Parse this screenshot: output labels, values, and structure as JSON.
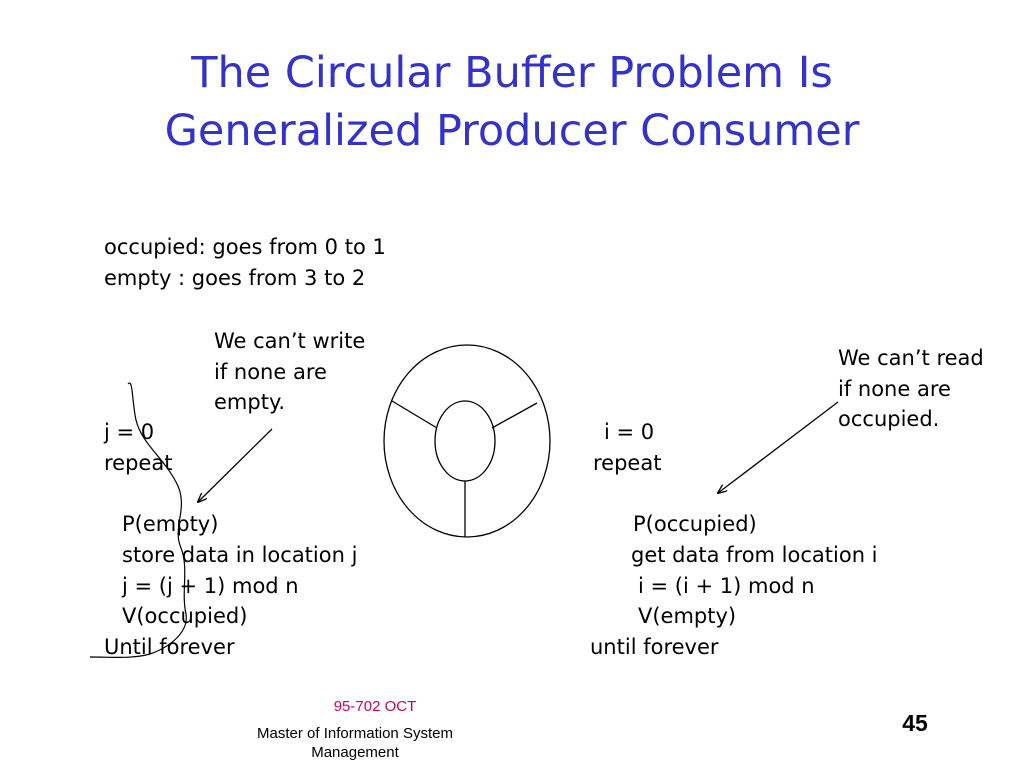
{
  "slide": {
    "title_line1": "The Circular Buffer Problem Is",
    "title_line2": "Generalized Producer Consumer",
    "state_lines": [
      "occupied: goes from 0 to 1",
      "empty : goes from 3 to 2"
    ],
    "producer_note": [
      "We can’t write",
      "if none are",
      "empty."
    ],
    "consumer_note": [
      "We can’t read",
      "if none are",
      "occupied."
    ],
    "producer_code": {
      "init": "j = 0",
      "repeat": "repeat",
      "p": "P(empty)",
      "store": "store data in location j",
      "incr": "j = (j + 1) mod n",
      "v": "V(occupied)",
      "until": "Until forever"
    },
    "consumer_code": {
      "init": "i = 0",
      "repeat": "repeat",
      "p": "P(occupied)",
      "get": "get data from location i",
      "incr": "i = (i + 1) mod n",
      "v": "V(empty)",
      "until": "until forever"
    },
    "footer": {
      "course": "95-702 OCT",
      "org_line1": "Master of Information System",
      "org_line2": "Management",
      "page": "45"
    },
    "colors": {
      "title": "#3333cc",
      "course": "#cc0066",
      "text": "#000000"
    }
  }
}
